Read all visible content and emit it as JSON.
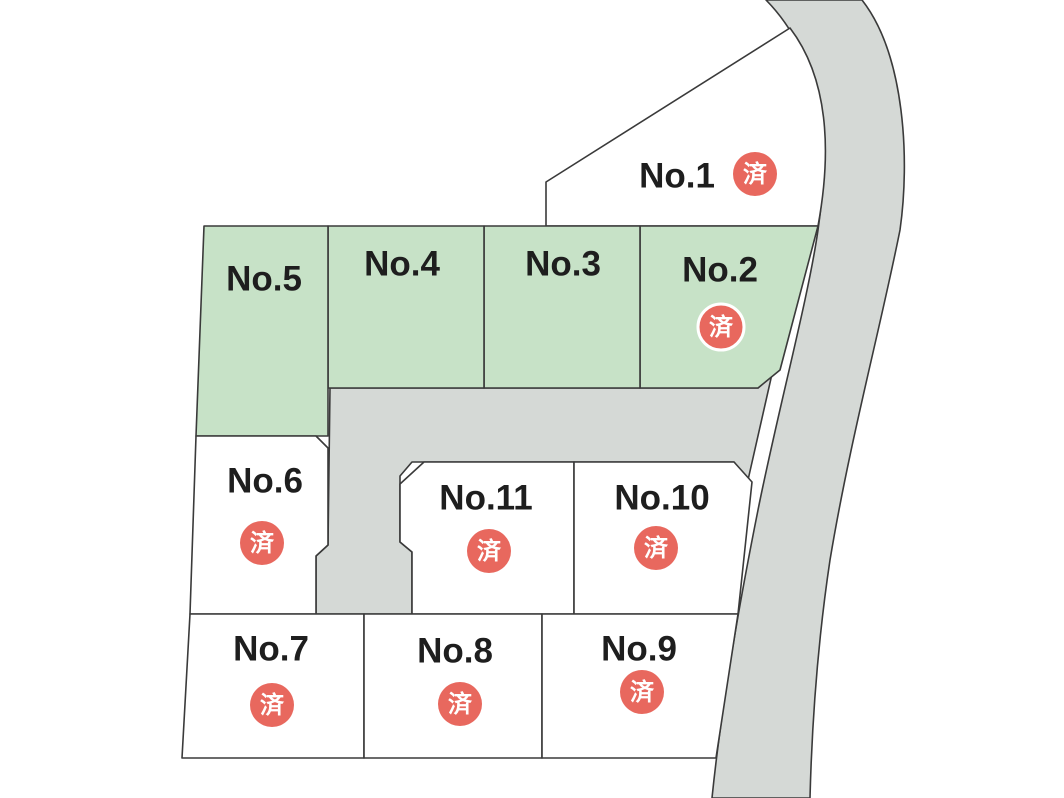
{
  "colors": {
    "available_lot": "#c7e2c7",
    "sold_lot": "#ffffff",
    "road": "#d5d9d6",
    "sold_badge": "#e8685e",
    "outline": "#3a3a3a"
  },
  "sold_badge_text": "済",
  "lots": [
    {
      "id": "lot-1",
      "label": "No.1",
      "sold": true
    },
    {
      "id": "lot-2",
      "label": "No.2",
      "sold": true
    },
    {
      "id": "lot-3",
      "label": "No.3",
      "sold": false
    },
    {
      "id": "lot-4",
      "label": "No.4",
      "sold": false
    },
    {
      "id": "lot-5",
      "label": "No.5",
      "sold": false
    },
    {
      "id": "lot-6",
      "label": "No.6",
      "sold": true
    },
    {
      "id": "lot-7",
      "label": "No.7",
      "sold": true
    },
    {
      "id": "lot-8",
      "label": "No.8",
      "sold": true
    },
    {
      "id": "lot-9",
      "label": "No.9",
      "sold": true
    },
    {
      "id": "lot-10",
      "label": "No.10",
      "sold": true
    },
    {
      "id": "lot-11",
      "label": "No.11",
      "sold": true
    }
  ]
}
